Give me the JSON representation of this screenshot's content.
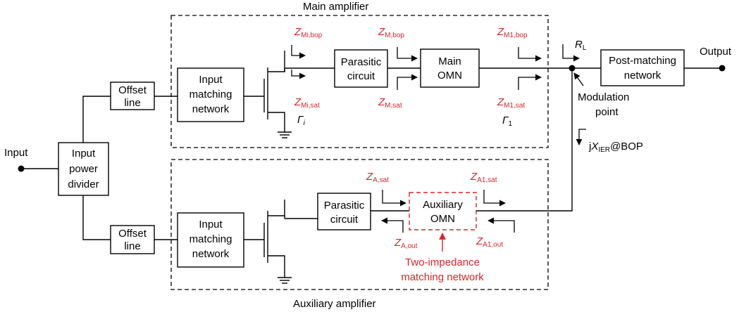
{
  "colors": {
    "line": "#000000",
    "accent": "#d8262b"
  },
  "titles": {
    "main": "Main amplifier",
    "aux": "Auxiliary amplifier"
  },
  "labels": {
    "input": "Input",
    "output": "Output",
    "divider_1": "Input",
    "divider_2": "power",
    "divider_3": "divider",
    "offset_1": "Offset",
    "offset_2": "line",
    "imn_1": "Input",
    "imn_2": "matching",
    "imn_3": "network",
    "parasitic_1": "Parasitic",
    "parasitic_2": "circuit",
    "main_omn_1": "Main",
    "main_omn_2": "OMN",
    "aux_omn_1": "Auxiliary",
    "aux_omn_2": "OMN",
    "pmn_1": "Post-matching",
    "pmn_2": "network",
    "mod_1": "Modulation",
    "mod_2": "point",
    "two_imp_1": "Two-impedance",
    "two_imp_2": "matching network"
  },
  "impedances": {
    "zmi_bop": {
      "base": "Z",
      "sub": "Mi,bop"
    },
    "zmi_sat": {
      "base": "Z",
      "sub": "Mi,sat"
    },
    "zm_bop": {
      "base": "Z",
      "sub": "M,bop"
    },
    "zm_sat": {
      "base": "Z",
      "sub": "M,sat"
    },
    "zm1_bop": {
      "base": "Z",
      "sub": "M1,bop"
    },
    "zm1_sat": {
      "base": "Z",
      "sub": "M1,sat"
    },
    "za_sat": {
      "base": "Z",
      "sub": "A,sat"
    },
    "za_out": {
      "base": "Z",
      "sub": "A,out"
    },
    "za1_sat": {
      "base": "Z",
      "sub": "A1,sat"
    },
    "za1_out": {
      "base": "Z",
      "sub": "A1,out"
    },
    "rl": {
      "base": "R",
      "sub": "L"
    },
    "gamma_i": {
      "base": "Γ",
      "sub": "i"
    },
    "gamma_1": {
      "base": "Γ",
      "sub": "1"
    },
    "jx": {
      "pre": "j",
      "base": "X",
      "sub": "IER",
      "post": "@BOP"
    }
  }
}
